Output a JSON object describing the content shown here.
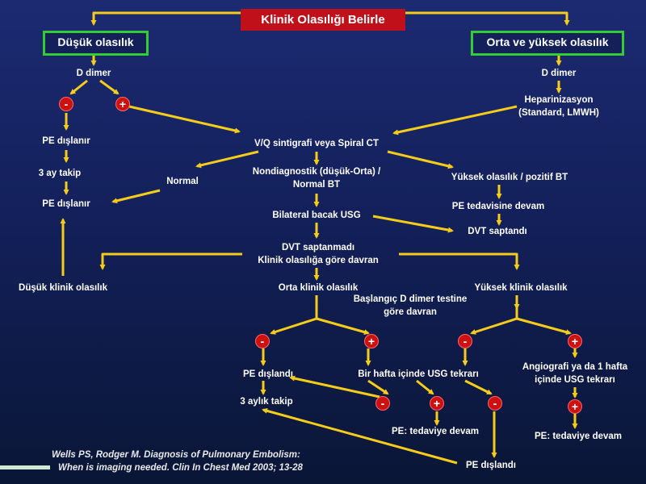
{
  "title": "Klinik Olasılığı Belirle",
  "low": {
    "box": "Düşük olasılık",
    "ddimer": "D dimer",
    "pe_excluded_1": "PE dışlanır",
    "follow_3m": "3 ay takip",
    "pe_excluded_2": "PE dışlanır",
    "low_clinical": "Düşük klinik olasılık"
  },
  "high": {
    "box": "Orta ve yüksek olasılık",
    "ddimer": "D dimer",
    "heparin_1": "Heparinizasyon",
    "heparin_2": "(Standard, LMWH)"
  },
  "center": {
    "vq": "V/Q sintigrafi veya Spiral CT",
    "normal": "Normal",
    "nondiag_1": "Nondiagnostik (düşük-Orta) /",
    "nondiag_2": "Normal BT",
    "high_prob": "Yüksek olasılık / pozitif BT",
    "pe_treat": "PE tedavisine devam",
    "usg": "Bilateral bacak USG",
    "dvt_found": "DVT saptandı",
    "dvt_not_1": "DVT saptanmadı",
    "dvt_not_2": "Klinik olasılığa göre davran",
    "mid_clinical": "Orta klinik olasılık",
    "high_clinical": "Yüksek klinik olasılık",
    "dd_start_1": "Başlangıç D dimer testine",
    "dd_start_2": "göre davran",
    "pe_excl_a": "PE dışlandı",
    "follow_3m_b": "3 aylık takip",
    "usg_week": "Bir hafta içinde USG tekrarı",
    "angio_1": "Angiografi ya da 1 hafta",
    "angio_2": "içinde USG tekrarı",
    "treat_a": "PE: tedaviye devam",
    "treat_b": "PE: tedaviye devam",
    "pe_excl_b": "PE dışlandı"
  },
  "signs": {
    "neg": "-",
    "pos": "+"
  },
  "reference": {
    "line1": "Wells PS, Rodger M. Diagnosis of Pulmonary Embolism:",
    "line2": "When is imaging needed. Clin In Chest Med 2003; 13-28"
  },
  "colors": {
    "arrow": "#f5cc1a",
    "box_border": "#33cc33",
    "title_bg": "#c0101a",
    "sign_bg": "#cc1111"
  }
}
